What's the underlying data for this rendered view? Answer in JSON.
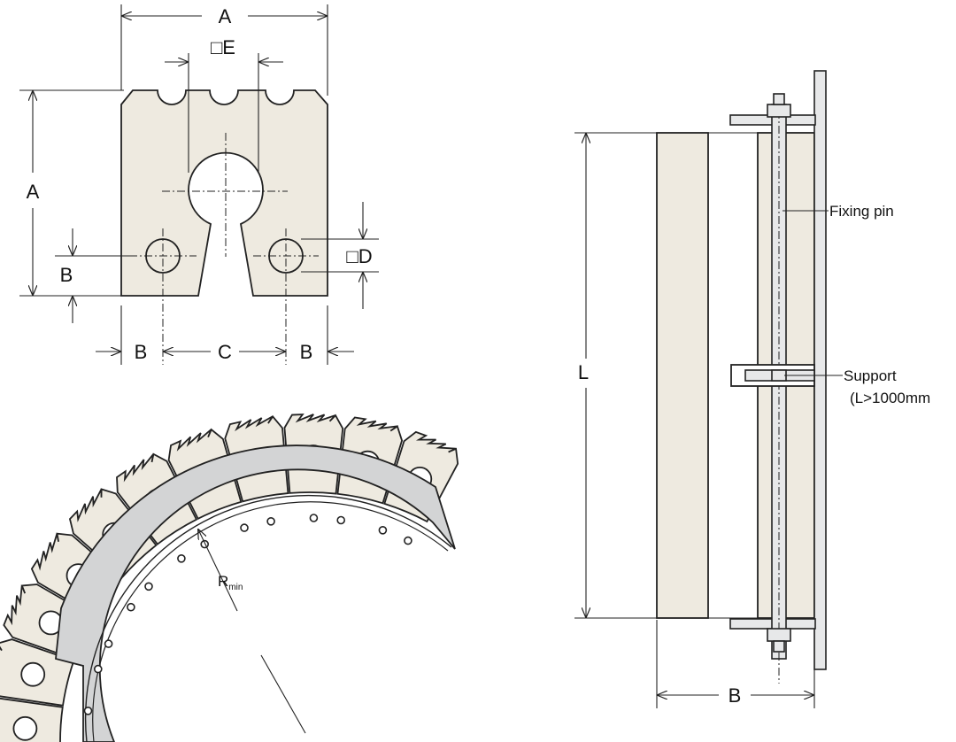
{
  "labels": {
    "a_top": "A",
    "a_side": "A",
    "e": "□E",
    "d": "□D",
    "b_left": "B",
    "b_bottom_left": "B",
    "c": "C",
    "b_bottom_right": "B",
    "l": "L",
    "b_side": "B",
    "r_main": "R",
    "r_sub": "min",
    "fixing_pin": "Fixing pin",
    "support": "Support",
    "support_note": "(L>1000mm"
  },
  "colors": {
    "body_fill": "#eeeae0",
    "steel_fill": "#d3d4d5",
    "line": "#222222"
  }
}
